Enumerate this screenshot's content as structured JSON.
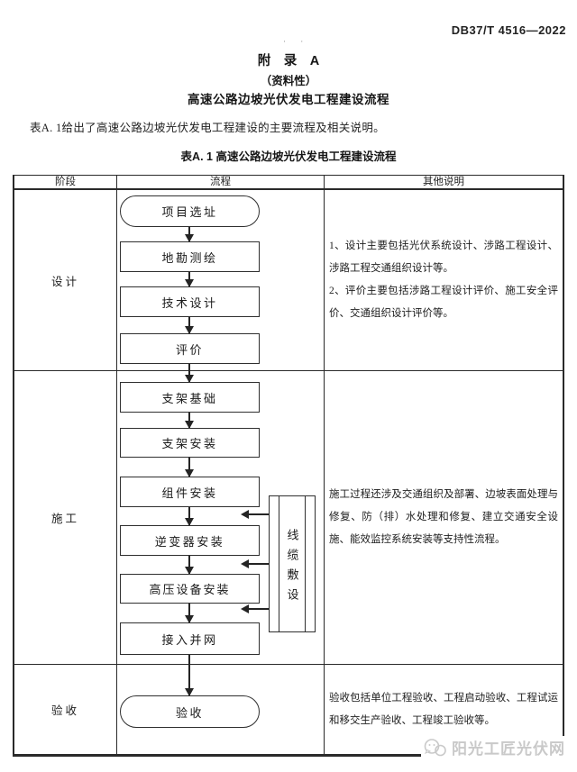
{
  "doc": {
    "standard_number": "DB37/T 4516—2022",
    "stray_marks": "· ·",
    "appendix_label": "附　录　A",
    "appendix_note": "（资料性）",
    "appendix_title": "高速公路边坡光伏发电工程建设流程",
    "intro": "表A. 1给出了高速公路边坡光伏发电工程建设的主要流程及相关说明。",
    "table_caption": "表A. 1 高速公路边坡光伏发电工程建设流程"
  },
  "table": {
    "header": {
      "stage": "阶段",
      "process": "流程",
      "notes": "其他说明"
    },
    "rows": [
      {
        "stage": "设计",
        "notes": [
          "1、设计主要包括光伏系统设计、涉路工程设计、涉路工程交通组织设计等。",
          "2、评价主要包括涉路工程设计评价、施工安全评价、交通组织设计评价等。"
        ]
      },
      {
        "stage": "施工",
        "notes": [
          "施工过程还涉及交通组织及部署、边坡表面处理与修复、防（排）水处理和修复、建立交通安全设施、能效监控系统安装等支持性流程。"
        ]
      },
      {
        "stage": "验收",
        "notes": [
          "验收包括单位工程验收、工程启动验收、工程试运和移交生产验收、工程竣工验收等。"
        ]
      }
    ]
  },
  "flow": {
    "nodes": [
      {
        "label": "项目选址",
        "shape": "stadium"
      },
      {
        "label": "地勘测绘",
        "shape": "rect"
      },
      {
        "label": "技术设计",
        "shape": "rect"
      },
      {
        "label": "评价",
        "shape": "rect"
      },
      {
        "label": "支架基础",
        "shape": "rect"
      },
      {
        "label": "支架安装",
        "shape": "rect"
      },
      {
        "label": "组件安装",
        "shape": "rect"
      },
      {
        "label": "逆变器安装",
        "shape": "rect"
      },
      {
        "label": "高压设备安装",
        "shape": "rect"
      },
      {
        "label": "接入并网",
        "shape": "rect"
      },
      {
        "label": "验收",
        "shape": "stadium"
      }
    ],
    "side_process": {
      "label": "线缆敷设"
    }
  },
  "watermark": {
    "text": "阳光工匠光伏网",
    "icon": "chat-smiley-icon",
    "color": "#c9c9c9"
  },
  "colors": {
    "line": "#2a2a2a",
    "text": "#1f1f1f",
    "page_bg": "#ffffff"
  }
}
